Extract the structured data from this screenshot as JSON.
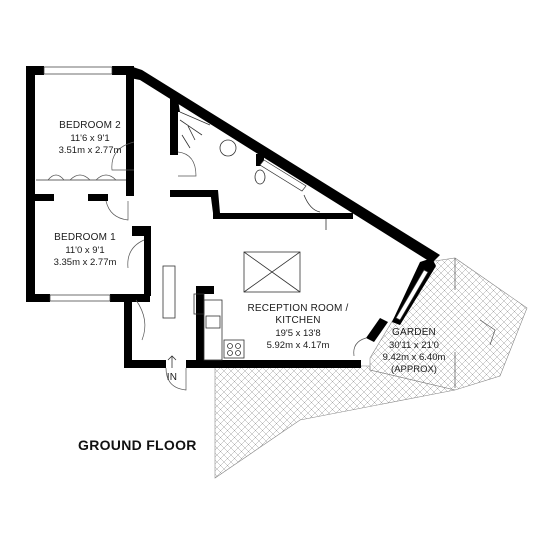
{
  "floor_title": "GROUND FLOOR",
  "entrance_label": "IN",
  "rooms": [
    {
      "id": "bedroom-2",
      "name": "BEDROOM 2",
      "imperial": "11'6 x 9'1",
      "metric": "3.51m x 2.77m"
    },
    {
      "id": "bedroom-1",
      "name": "BEDROOM 1",
      "imperial": "11'0 x 9'1",
      "metric": "3.35m x 2.77m"
    },
    {
      "id": "reception",
      "name_line1": "RECEPTION ROOM  /",
      "name_line2": "KITCHEN",
      "imperial": "19'5 x 13'8",
      "metric": "5.92m x 4.17m"
    },
    {
      "id": "garden",
      "name": "GARDEN",
      "imperial": "30'11 x 21'0",
      "metric": "9.42m x 6.40m",
      "note": "(APPROX)"
    }
  ],
  "colors": {
    "wall": "#000000",
    "hatch": "#9a9a9a",
    "line": "#333333"
  }
}
